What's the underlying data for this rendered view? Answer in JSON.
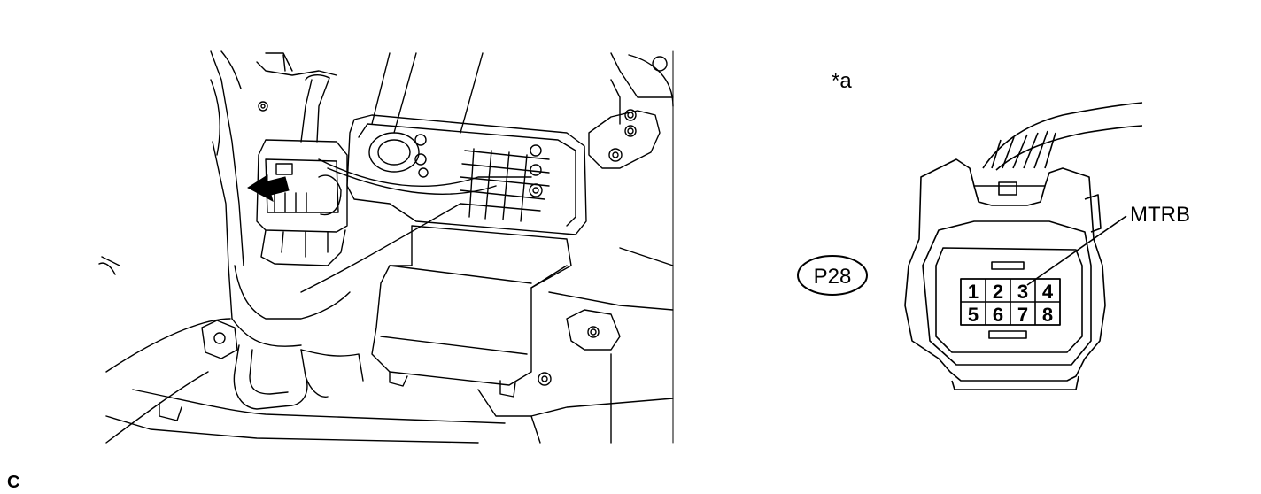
{
  "labels": {
    "star_a": "*a",
    "connector_code": "P28",
    "terminal_name": "MTRB",
    "corner_code": "C"
  },
  "pins": {
    "top": [
      "1",
      "2",
      "3",
      "4"
    ],
    "bottom": [
      "5",
      "6",
      "7",
      "8"
    ]
  },
  "colors": {
    "line": "#000000",
    "background": "#ffffff"
  }
}
